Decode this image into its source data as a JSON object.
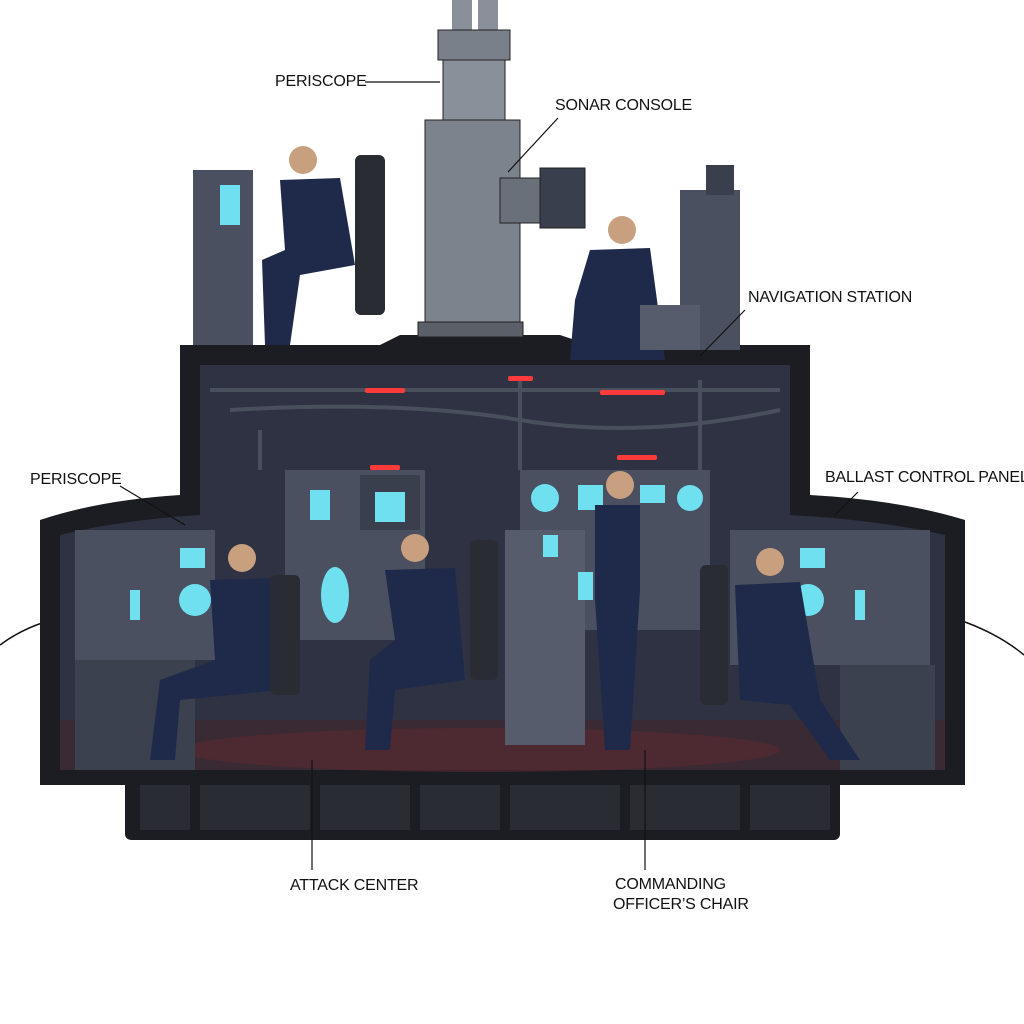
{
  "labels": {
    "periscope_top": "PERISCOPE",
    "sonar_console": "SONAR CONSOLE",
    "navigation_station": "NAVIGATION STATION",
    "periscope_left": "PERISCOPE",
    "ballast_control_panel": "BALLAST CONTROL PANEL",
    "attack_center": "ATTACK CENTER",
    "commanding_line1": "COMMANDING",
    "commanding_line2": "OFFICER’S CHAIR"
  },
  "colors": {
    "hull": "#1c1d22",
    "interior": "#2e3242",
    "console": "#4a5060",
    "screen": "#6fe0f0",
    "red_light": "#ff3a3a",
    "uniform": "#1f2a4a",
    "periscope_steel": "#8a9099"
  }
}
